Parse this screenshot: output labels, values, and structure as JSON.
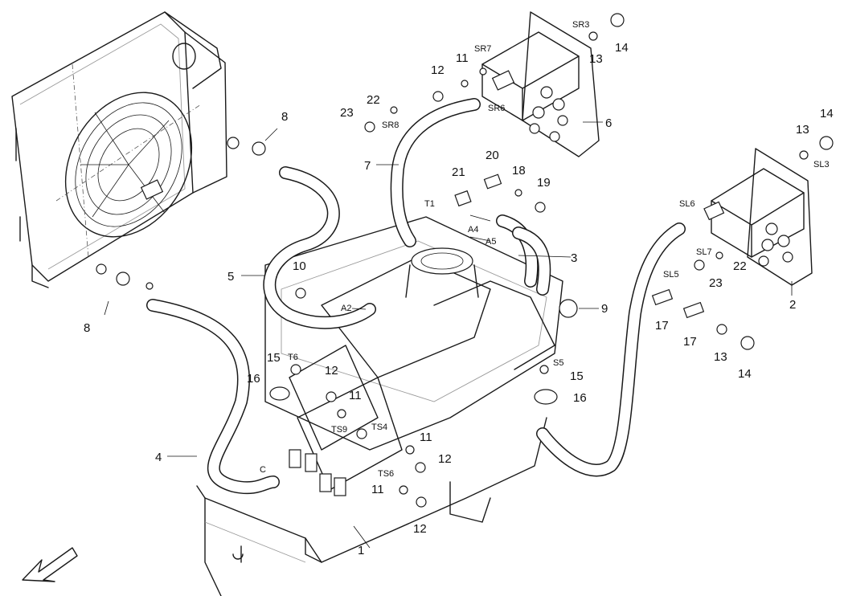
{
  "callouts": {
    "c1": "1",
    "c2": "2",
    "c3": "3",
    "c4": "4",
    "c5": "5",
    "c6": "6",
    "c7": "7",
    "c8a": "8",
    "c8b": "8",
    "c9": "9",
    "c10": "10",
    "c11a": "11",
    "c11b": "11",
    "c11c": "11",
    "c11d": "11",
    "c12a": "12",
    "c12b": "12",
    "c12c": "12",
    "c12d": "12",
    "c13a": "13",
    "c13b": "13",
    "c13c": "13",
    "c14a": "14",
    "c14b": "14",
    "c14c": "14",
    "c15a": "15",
    "c15b": "15",
    "c16a": "16",
    "c16b": "16",
    "c17a": "17",
    "c17b": "17",
    "c18": "18",
    "c19": "19",
    "c20": "20",
    "c21": "21",
    "c22a": "22",
    "c22b": "22",
    "c23a": "23",
    "c23b": "23"
  },
  "port_codes": {
    "SR3": "SR3",
    "SR7": "SR7",
    "SR6": "SR6",
    "SR8": "SR8",
    "SL3": "SL3",
    "SL6": "SL6",
    "SL7": "SL7",
    "SL5": "SL5",
    "T1": "T1",
    "A4": "A4",
    "A5": "A5",
    "A2": "A2",
    "T6": "T6",
    "S5": "S5",
    "TS9": "TS9",
    "TS4": "TS4",
    "TS6": "TS6",
    "C": "C"
  },
  "icons": {
    "fan": "radiator-fan-icon",
    "direction": "direction-arrow-icon"
  }
}
